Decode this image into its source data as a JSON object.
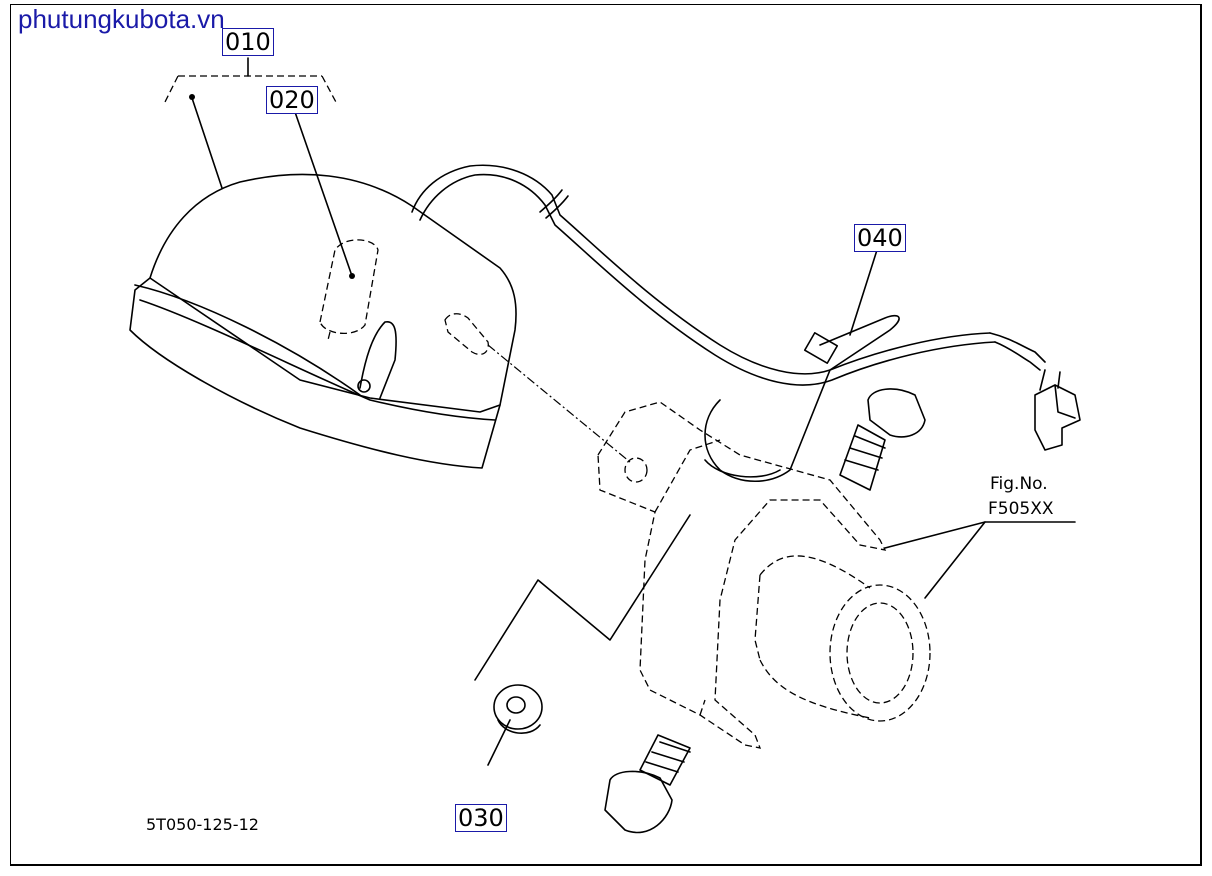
{
  "watermark": "phutungkubota.vn",
  "callouts": {
    "c010": "010",
    "c020": "020",
    "c030": "030",
    "c040": "040"
  },
  "fig_ref": {
    "label": "Fig.No.",
    "number": "F505XX"
  },
  "drawing_code": "5T050-125-12",
  "colors": {
    "watermark": "#1a1aa8",
    "callout_border": "#1a1aa8",
    "line": "#000000"
  }
}
